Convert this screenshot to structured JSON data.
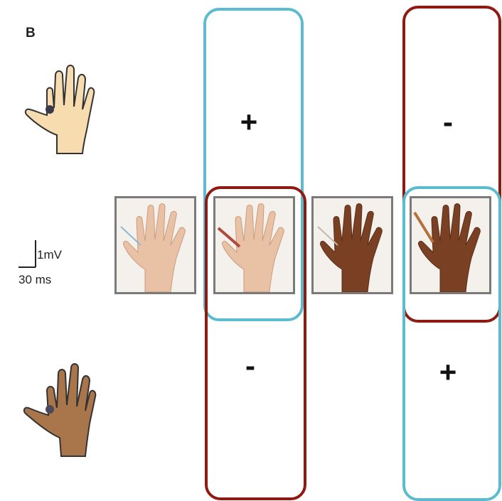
{
  "panel_label": "B",
  "scale_bar": {
    "voltage": "1mV",
    "time": "30 ms"
  },
  "signs": {
    "col1_top": "+",
    "col1_bottom": "-",
    "col2_top": "-",
    "col2_bottom": "+"
  },
  "colors": {
    "blue_frame": "#5bbccf",
    "red_frame": "#8f1a12",
    "light_skin": "#f7dcb0",
    "dark_skin": "#a9754a"
  },
  "icons": {
    "top_left": "light-hand-with-stimulation-dot-icon",
    "bottom_left": "dark-hand-with-stimulation-dot-icon",
    "photos": [
      "light-hand-photo",
      "light-hand-touched-photo",
      "dark-hand-photo",
      "dark-hand-touched-photo"
    ]
  }
}
